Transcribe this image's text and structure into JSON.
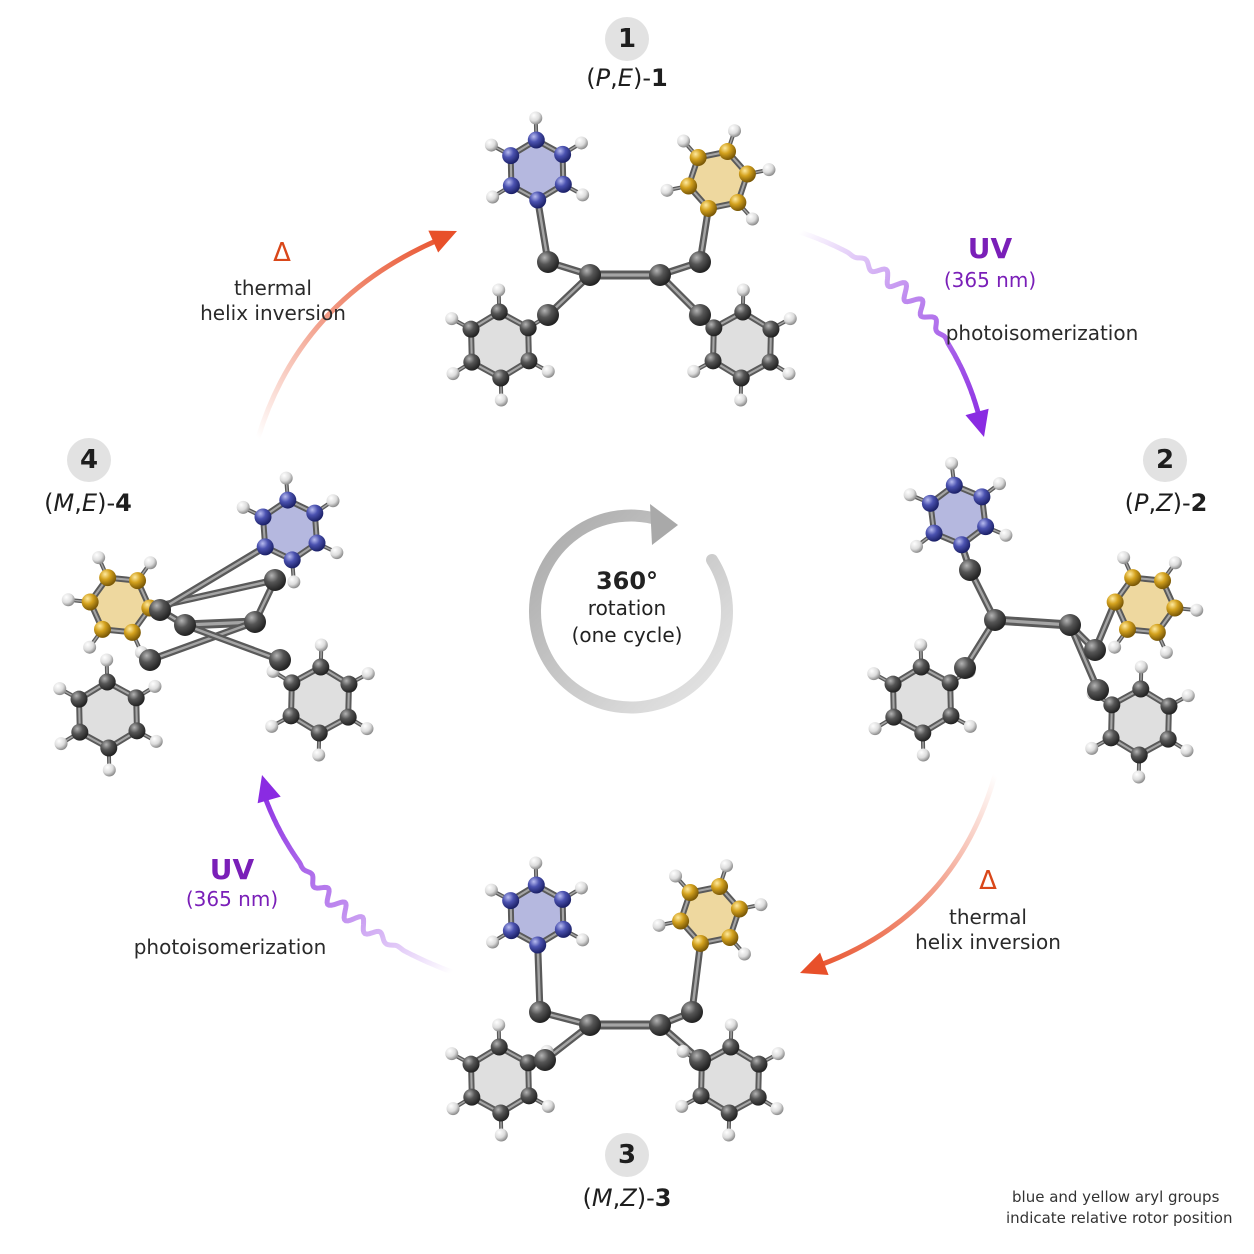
{
  "states": [
    {
      "number": "1",
      "config": "P",
      "isomer": "E",
      "id": "1"
    },
    {
      "number": "2",
      "config": "P",
      "isomer": "Z",
      "id": "2"
    },
    {
      "number": "3",
      "config": "M",
      "isomer": "Z",
      "id": "3"
    },
    {
      "number": "4",
      "config": "M",
      "isomer": "E",
      "id": "4"
    }
  ],
  "photo_steps": {
    "uv_label": "UV",
    "wavelength": "(365 nm)",
    "process": "photoisomerization"
  },
  "thermal_steps": {
    "symbol": "Δ",
    "line1": "thermal",
    "line2": "helix inversion"
  },
  "center": {
    "degrees": "360°",
    "line1": "rotation",
    "line2": "(one cycle)"
  },
  "footnote": {
    "line1": "blue and yellow aryl groups",
    "line2": "indicate relative rotor position"
  },
  "colors": {
    "uv_arrow": "#8a2be2",
    "thermal_arrow": "#e8502a",
    "blue_ring": "#5a62b8",
    "yellow_ring": "#d9a82a",
    "carbon": "#4a4a4a",
    "hydrogen": "#e8e8e8"
  }
}
